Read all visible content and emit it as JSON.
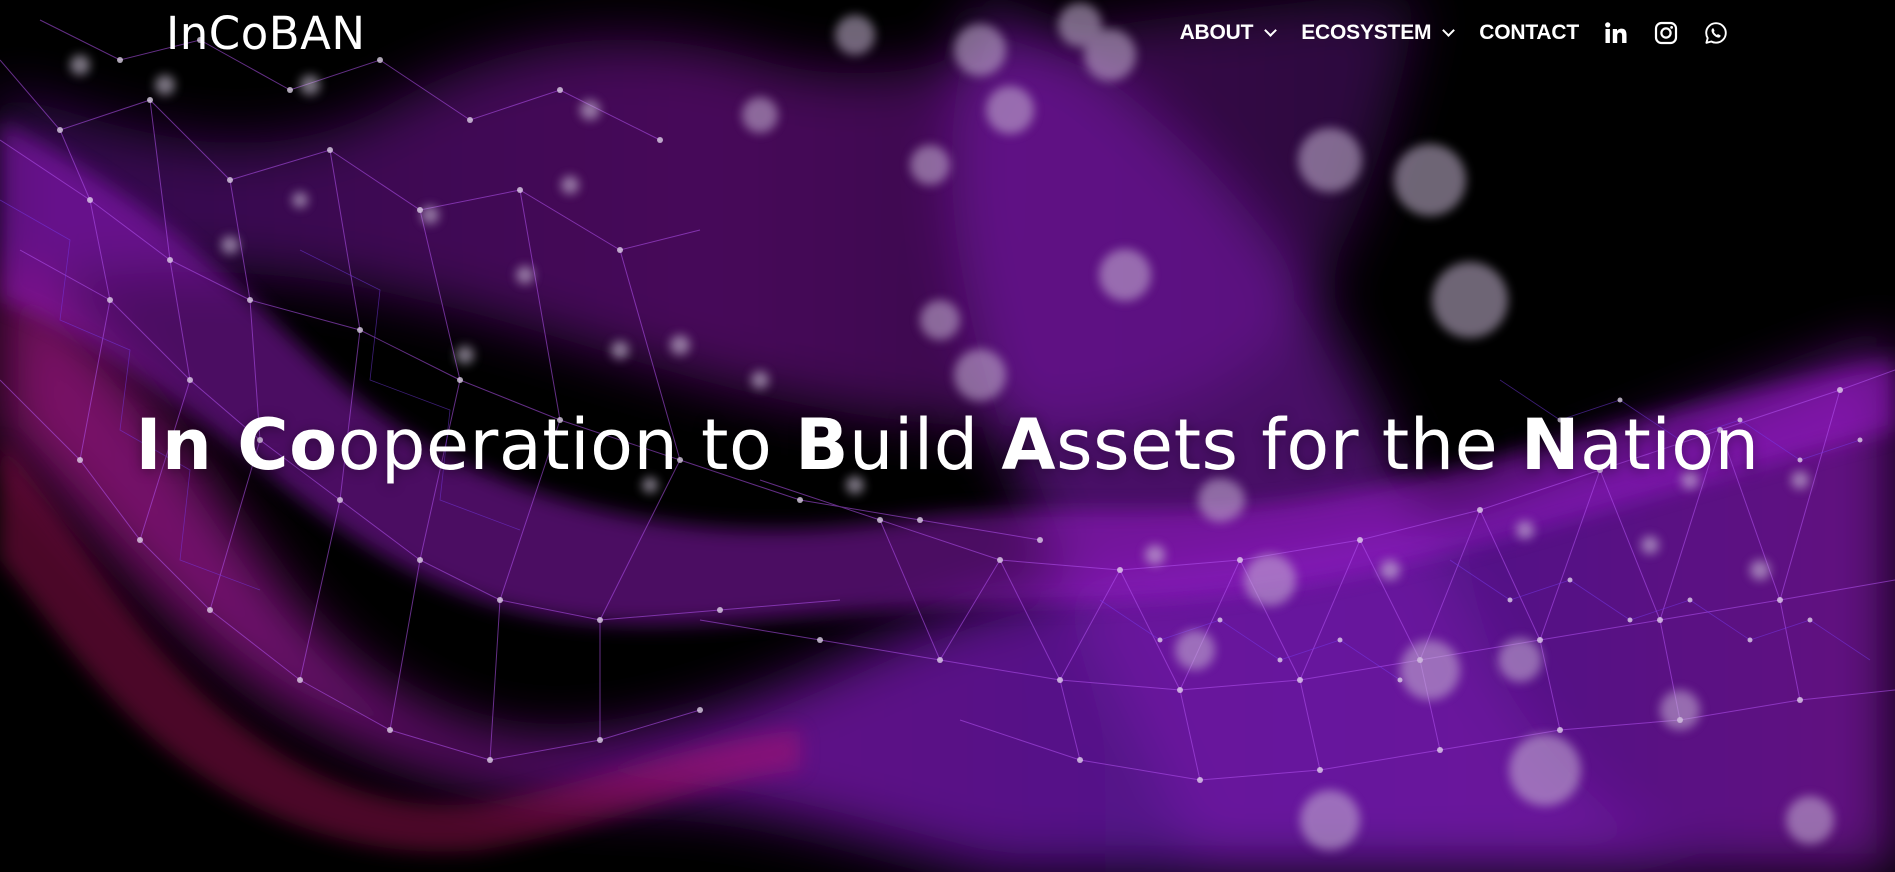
{
  "brand": {
    "logo_text": "InCoBAN"
  },
  "nav": {
    "items": [
      {
        "label": "ABOUT",
        "has_dropdown": true
      },
      {
        "label": "ECOSYSTEM",
        "has_dropdown": true
      },
      {
        "label": "CONTACT",
        "has_dropdown": false
      }
    ],
    "social": [
      {
        "icon": "linkedin-icon"
      },
      {
        "icon": "instagram-icon"
      },
      {
        "icon": "whatsapp-icon"
      }
    ]
  },
  "hero": {
    "headline_parts": [
      {
        "text": "In ",
        "bold": true
      },
      {
        "text": "Co",
        "bold": true
      },
      {
        "text": "operation to ",
        "bold": false
      },
      {
        "text": "B",
        "bold": true
      },
      {
        "text": "uild ",
        "bold": false
      },
      {
        "text": "A",
        "bold": true
      },
      {
        "text": "ssets for the ",
        "bold": false
      },
      {
        "text": "N",
        "bold": true
      },
      {
        "text": "ation",
        "bold": false
      }
    ]
  },
  "colors": {
    "background": "#000000",
    "text": "#ffffff",
    "purple": "#8a16c8",
    "violet": "#5a1fd0",
    "magenta": "#c41a8a",
    "node": "#d9d2e4"
  }
}
